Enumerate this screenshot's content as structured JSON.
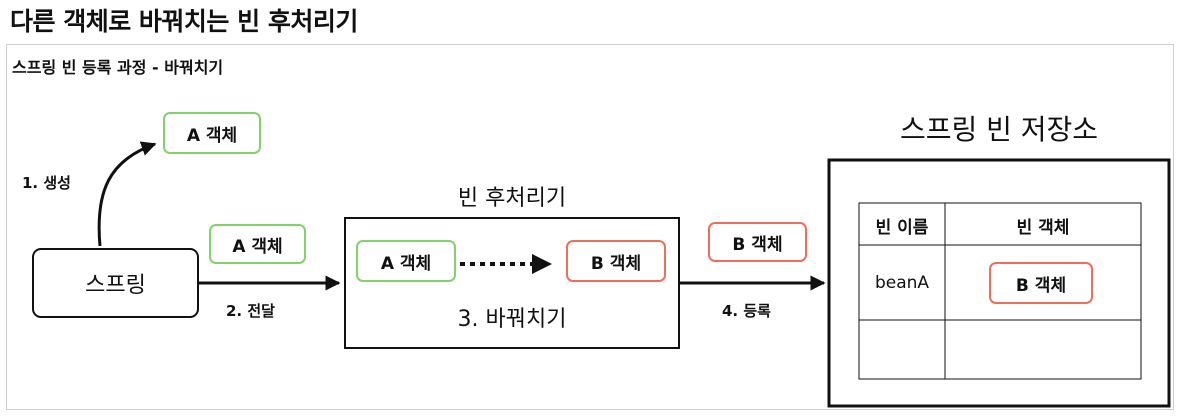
{
  "title": "다른 객체로 바꿔치는 빈 후처리기",
  "subtitle": "스프링 빈 등록 과정 - 바꿔치기",
  "spring": "스프링",
  "a_object": "A 객체",
  "b_object": "B 객체",
  "step1": "1. 생성",
  "step2": "2. 전달",
  "step3": "3. 바꿔치기",
  "step4": "4. 등록",
  "processor": "빈 후처리기",
  "storage": {
    "title": "스프링 빈 저장소",
    "col_name": "빈 이름",
    "col_object": "빈 객체",
    "row_name": "beanA"
  },
  "colors": {
    "green": "#82d16a",
    "red": "#ec6f5d"
  }
}
